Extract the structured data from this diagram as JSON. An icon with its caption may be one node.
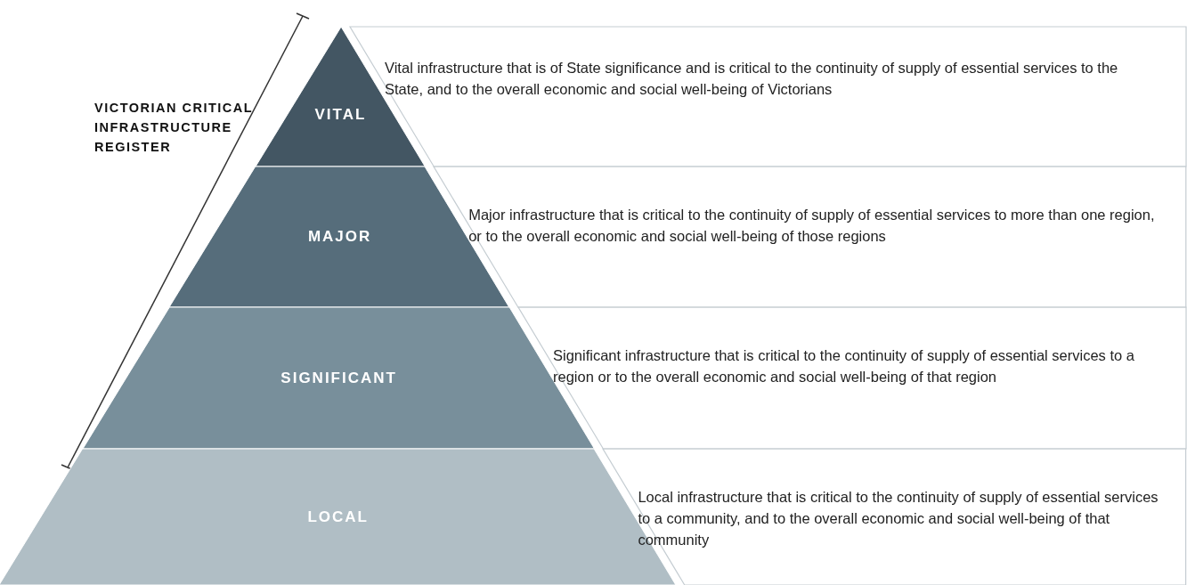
{
  "diagram": {
    "nodes": [
      {
        "text": [
          "VITAL"
        ]
      },
      {
        "text": [
          "Vital infrastructure that is of State significance and is critical to the continuity of supply of essential services to the State, and to the overall economic and social well-being of Victorians"
        ]
      },
      {
        "text": [
          "MAJOR"
        ]
      },
      {
        "text": [
          "Major infrastructure that is critical to the continuity of supply of essential services to more than one region, or to the overall economic and social well-being of those regions"
        ]
      },
      {
        "text": [
          "SIGNIFICANT"
        ]
      },
      {
        "text": [
          "Significant infrastructure that is critical to the continuity of supply of essential services to a region or to the overall economic and social well-being of that region"
        ]
      },
      {
        "text": [
          "LOCAL"
        ]
      },
      {
        "text": [
          "Local infrastructure that is critical to the continuity of supply of essential services to a community, and to the overall economic and social well-being of that community"
        ]
      }
    ],
    "edges": [],
    "labels": [
      "VICTORIAN CRITICAL INFRASTRUCTURE REGISTER"
    ]
  }
}
